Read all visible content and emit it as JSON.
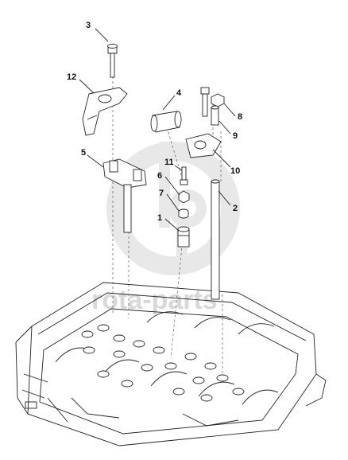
{
  "watermark": {
    "text": "rota-parts"
  },
  "callouts": [
    {
      "id": "3",
      "label": "3"
    },
    {
      "id": "12",
      "label": "12"
    },
    {
      "id": "4",
      "label": "4"
    },
    {
      "id": "8",
      "label": "8"
    },
    {
      "id": "9",
      "label": "9"
    },
    {
      "id": "5",
      "label": "5"
    },
    {
      "id": "11",
      "label": "11"
    },
    {
      "id": "10",
      "label": "10"
    },
    {
      "id": "6",
      "label": "6"
    },
    {
      "id": "7",
      "label": "7"
    },
    {
      "id": "2",
      "label": "2"
    },
    {
      "id": "1",
      "label": "1"
    }
  ],
  "colors": {
    "line": "#222222",
    "watermark": "#d8d8d8"
  }
}
